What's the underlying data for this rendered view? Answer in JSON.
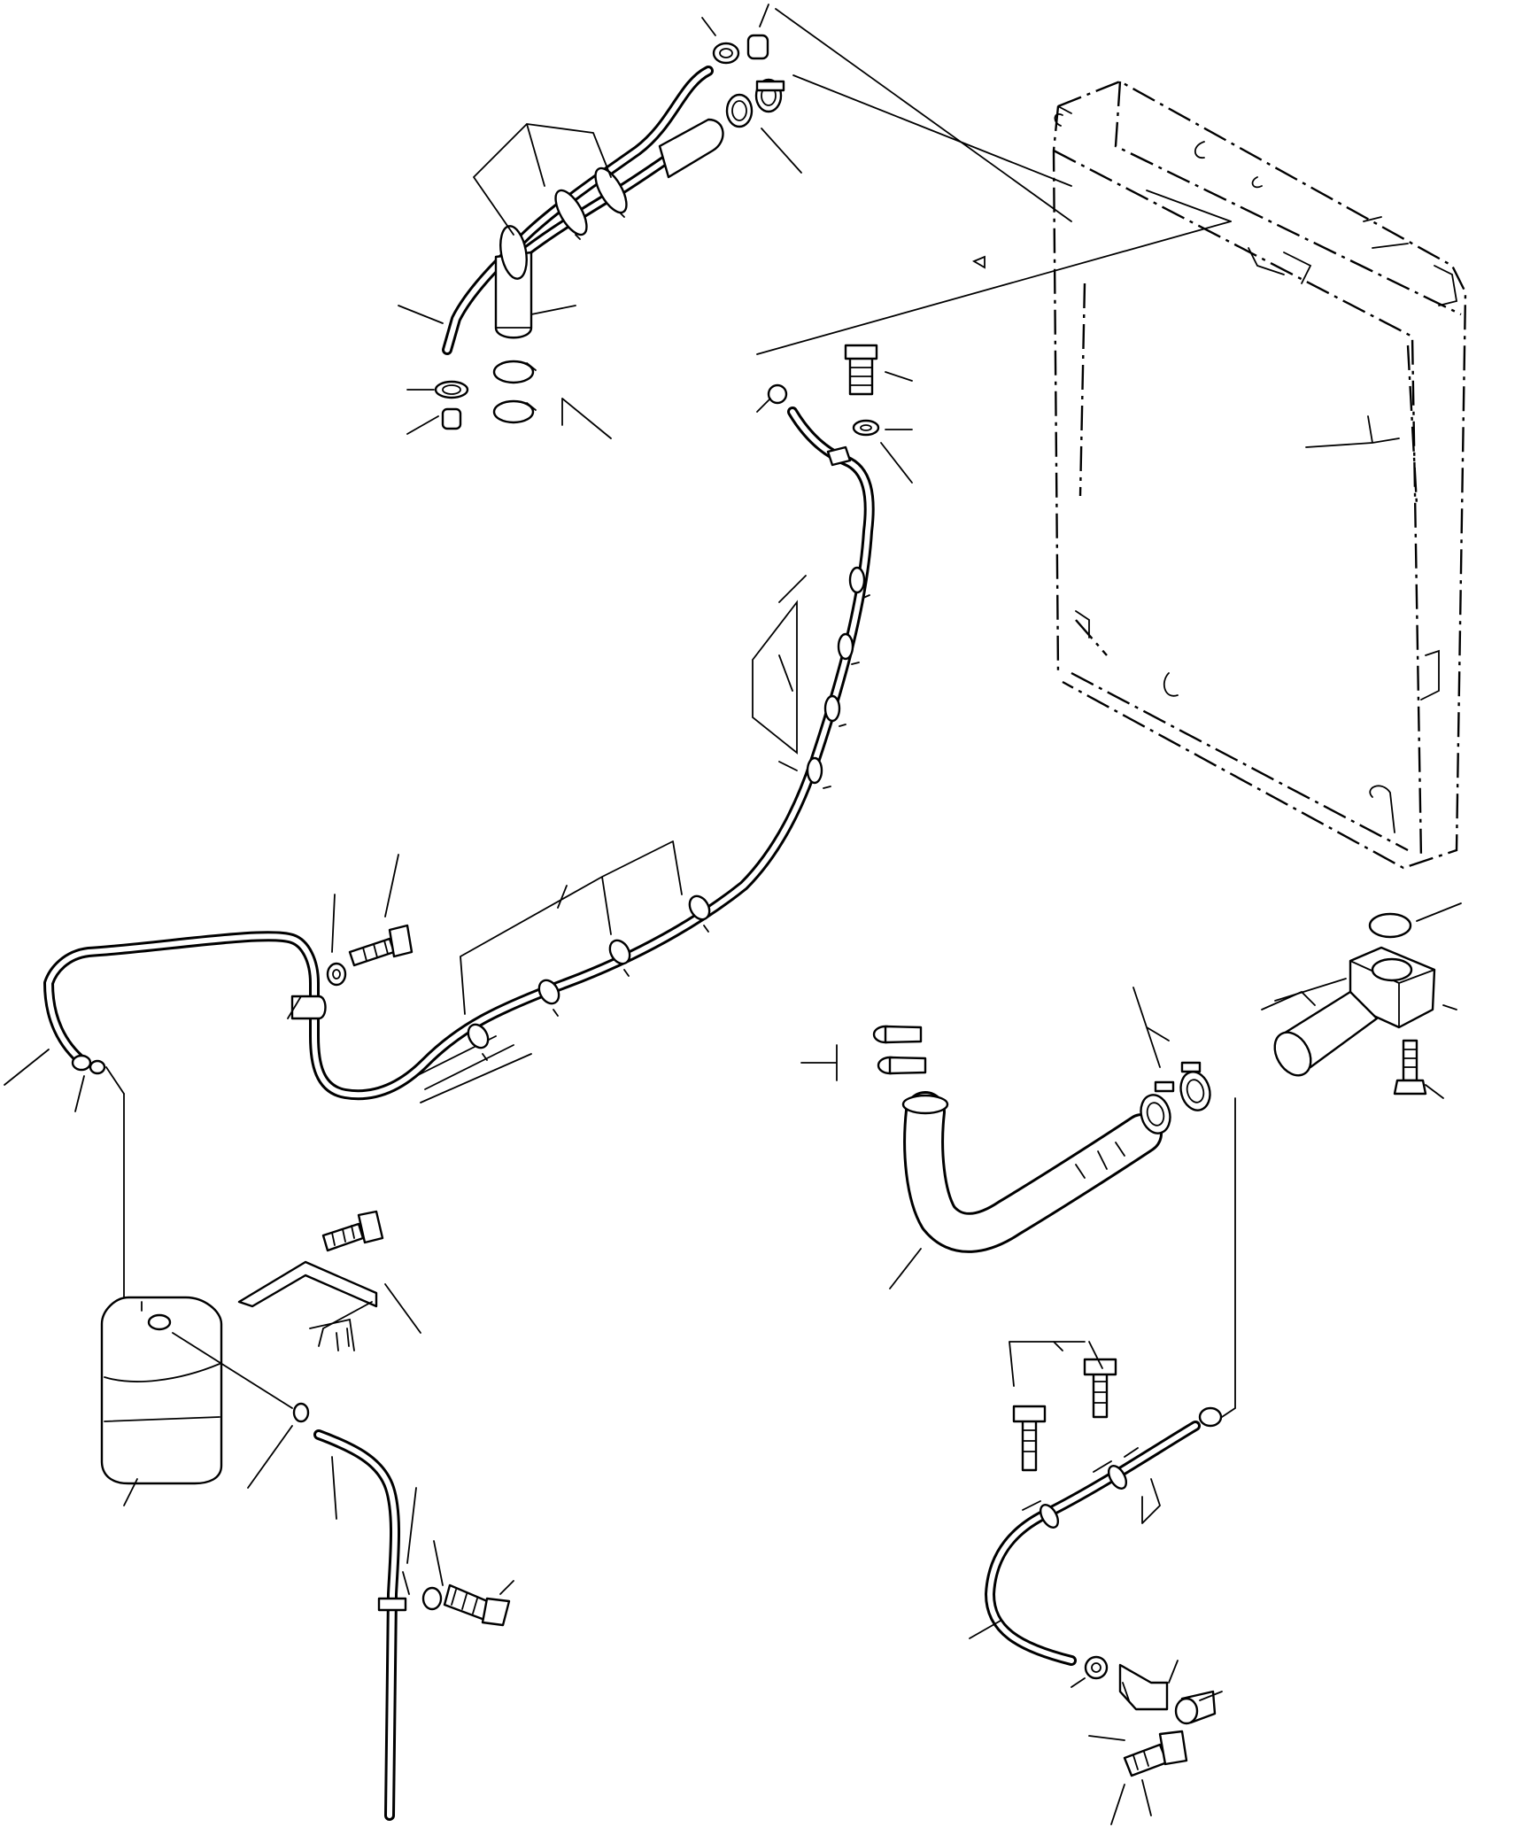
{
  "figure": {
    "kind": "exploded parts diagram",
    "line_color": "#000000",
    "background_color": "#ffffff",
    "text_labels": []
  },
  "components": [
    {
      "id": "radiator",
      "icon": "radiator-outline-icon"
    },
    {
      "id": "upper-tube-bundle",
      "icon": "hose-bundle-icon"
    },
    {
      "id": "overflow-line",
      "icon": "tube-icon"
    },
    {
      "id": "reserve-tank",
      "icon": "tank-icon"
    },
    {
      "id": "tank-bracket",
      "icon": "bracket-icon"
    },
    {
      "id": "drain-tube",
      "icon": "tube-icon"
    },
    {
      "id": "lower-radiator-hose",
      "icon": "hose-icon"
    },
    {
      "id": "water-outlet-flange",
      "icon": "flange-icon"
    },
    {
      "id": "lower-tube-assembly",
      "icon": "tube-icon"
    },
    {
      "id": "drain-valve-bracket",
      "icon": "valve-icon"
    }
  ]
}
